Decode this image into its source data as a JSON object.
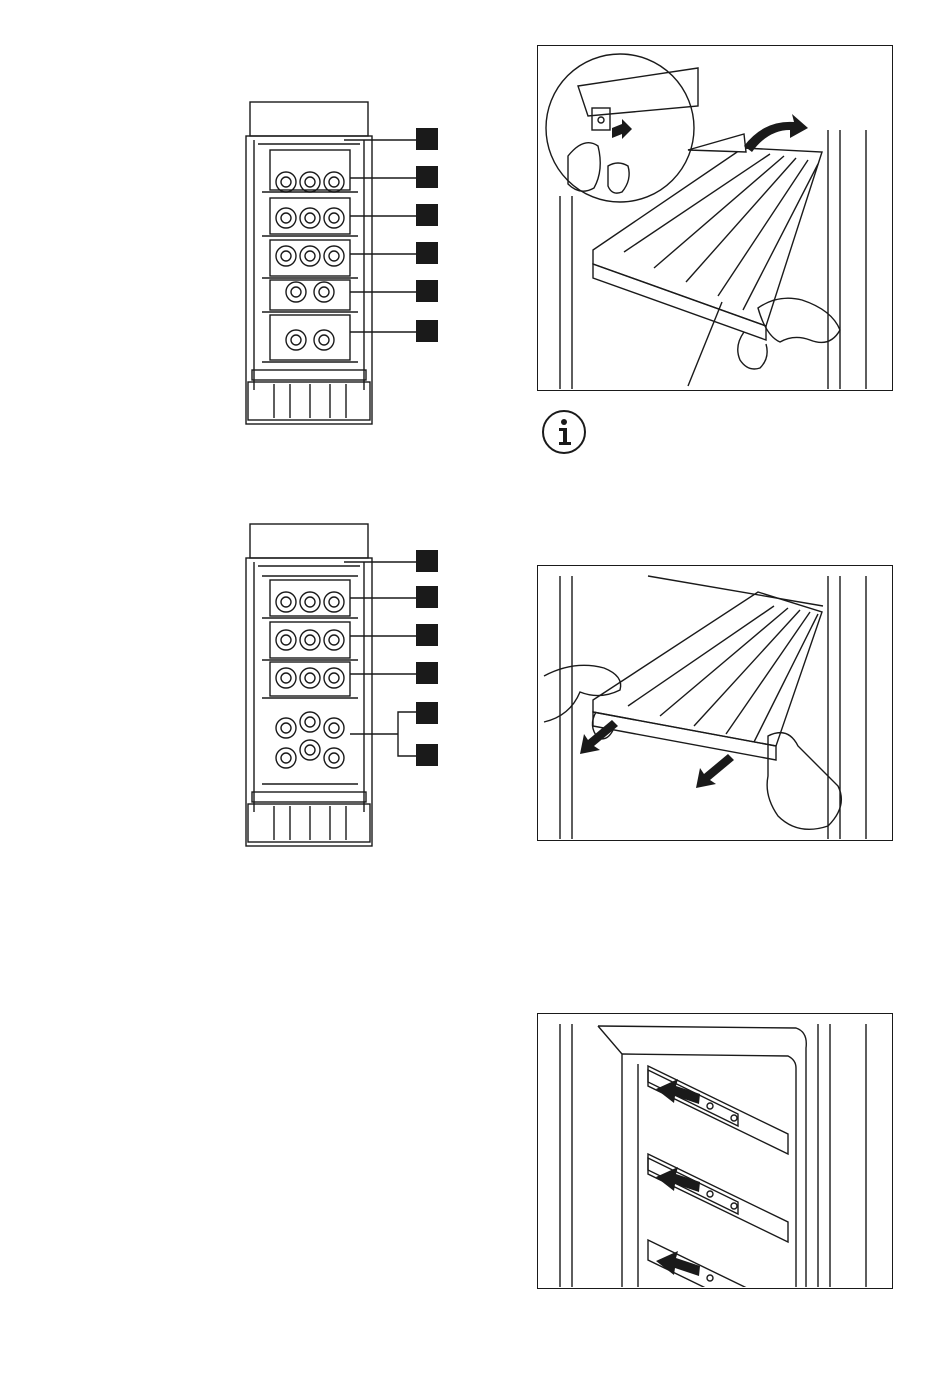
{
  "page": {
    "figures": [
      {
        "id": "wine-cabinet-layout-1",
        "callouts": 6
      },
      {
        "id": "wine-cabinet-layout-2",
        "callouts": 6
      },
      {
        "id": "shelf-lift-removal"
      },
      {
        "id": "info-note"
      },
      {
        "id": "shelf-pull-out"
      },
      {
        "id": "rail-slide-in"
      }
    ],
    "icons": {
      "info": "info-icon",
      "arrow": "arrow-icon"
    },
    "colors": {
      "line": "#1a1a1a",
      "callout_fill": "#1a1a1a",
      "background": "#ffffff"
    }
  }
}
